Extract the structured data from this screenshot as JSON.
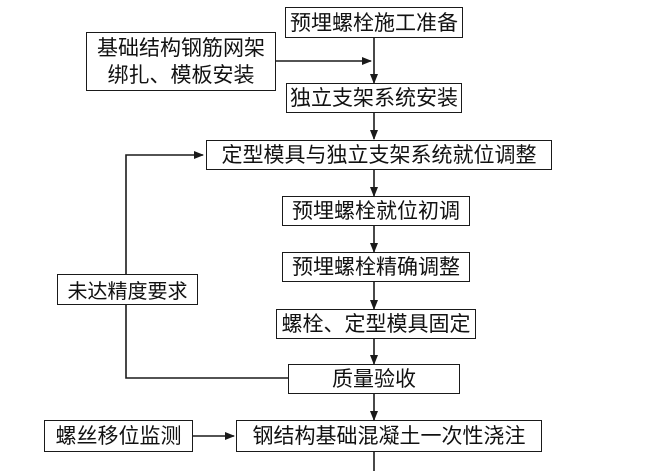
{
  "diagram": {
    "title": "预埋螺栓施工流程",
    "steps": [
      "预埋螺栓施工准备",
      "独立支架系统安装",
      "定型模具与独立支架系统就位调整",
      "预埋螺栓就位初调",
      "预埋螺栓精确调整",
      "螺栓、定型模具固定",
      "质量验收",
      "钢结构基础混凝土一次性浇注"
    ],
    "side_inputs": {
      "rebar": [
        "基础结构钢筋网架",
        "绑扎、模板安装"
      ],
      "monitoring": "螺丝移位监测"
    },
    "feedback_label": "未达精度要求",
    "colors": {
      "line": "#1a1a1a",
      "background": "#ffffff"
    }
  }
}
